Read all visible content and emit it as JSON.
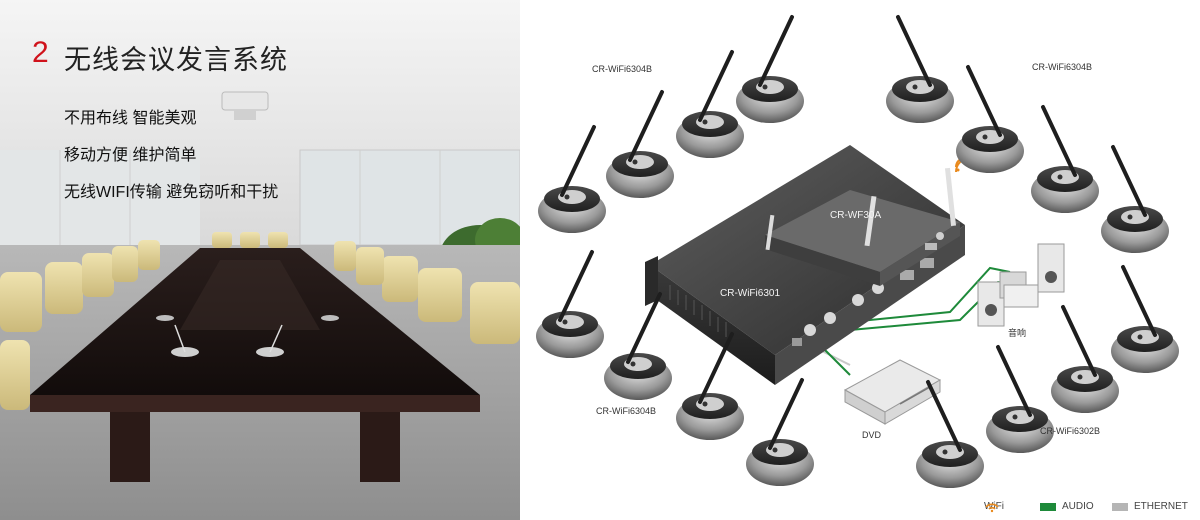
{
  "headline": {
    "number": "2",
    "title": "无线会议发言系统"
  },
  "features": [
    "不用布线  智能美观",
    "移动方便  维护简单",
    "无线WIFI传输 避免窃听和干扰"
  ],
  "diagram": {
    "mic_labels": {
      "top_left": "CR-WiFi6304B",
      "top_right": "CR-WiFi6304B",
      "bottom_left": "CR-WiFi6304B",
      "bottom_right": "CR-WiFi6302B"
    },
    "devices": {
      "access_point": "CR-WF30A",
      "processor": "CR-WiFi6301",
      "speaker": "音响",
      "dvd": "DVD"
    },
    "legend": [
      {
        "label": "WiFi",
        "color": "#e98a1e",
        "icon": "wifi-icon"
      },
      {
        "label": "AUDIO",
        "color": "#1e8a3a"
      },
      {
        "label": "ETHERNET",
        "color": "#b5b5b5"
      }
    ]
  }
}
